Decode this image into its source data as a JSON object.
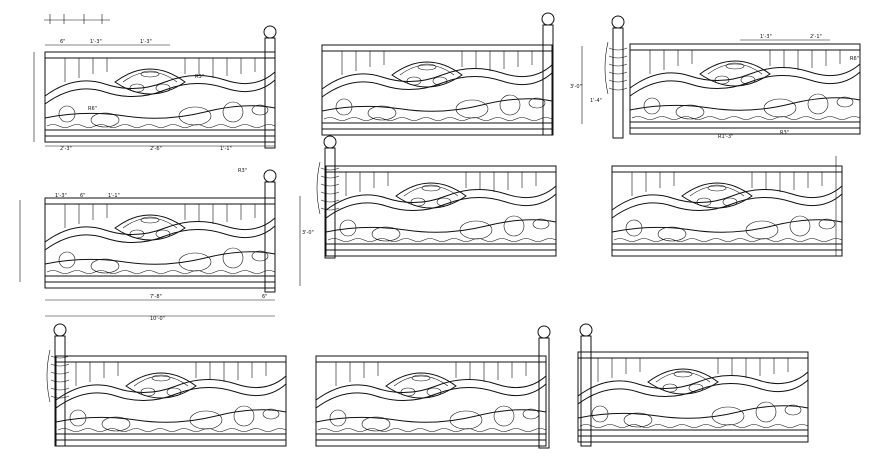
{
  "drawing": {
    "units_note": "",
    "panels": [
      {
        "id": "p1",
        "dims": [
          "2'-3\"",
          "1'-3\"",
          "6\"",
          "1'-3\"",
          "2'-6\"",
          "1'-1\""
        ],
        "callouts": [
          "R3\"",
          "R6\""
        ]
      },
      {
        "id": "p2",
        "dims": [],
        "callouts": []
      },
      {
        "id": "p3",
        "dims": [
          "1'-3\"",
          "2'-1\"",
          "3'-0\"",
          "1'-4\""
        ],
        "callouts": [
          "R1'-3\"",
          "R6\"",
          "R3\""
        ]
      },
      {
        "id": "p4",
        "dims": [
          "1'-3\"",
          "6\"",
          "1'-1\"",
          "3'-0\"",
          "7'-8\"",
          "6\"",
          "10'-0\""
        ],
        "callouts": [
          "R3\""
        ]
      },
      {
        "id": "p5",
        "dims": [],
        "callouts": []
      },
      {
        "id": "p6",
        "dims": [],
        "callouts": []
      },
      {
        "id": "p7",
        "dims": [],
        "callouts": []
      },
      {
        "id": "p8",
        "dims": [],
        "callouts": []
      },
      {
        "id": "p9",
        "dims": [],
        "callouts": []
      }
    ]
  },
  "colors": {
    "line": "#111111",
    "background": "#ffffff"
  }
}
